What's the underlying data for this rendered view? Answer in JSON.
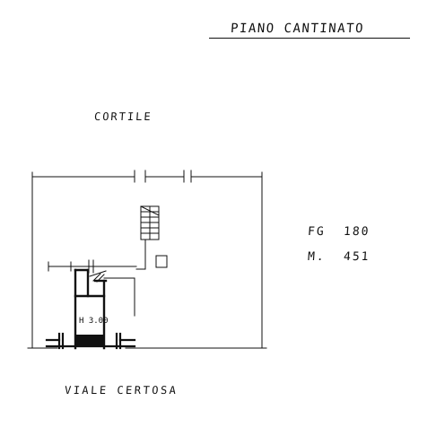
{
  "drawing": {
    "title": "PIANO CANTINATO",
    "courtyard_label": "CORTILE",
    "street_label": "VIALE CERTOSA",
    "room_height_label": "H 3.00",
    "cadastral": {
      "sheet_label": "FG",
      "sheet_value": "180",
      "parcel_label": "M.",
      "parcel_value": "451"
    }
  }
}
